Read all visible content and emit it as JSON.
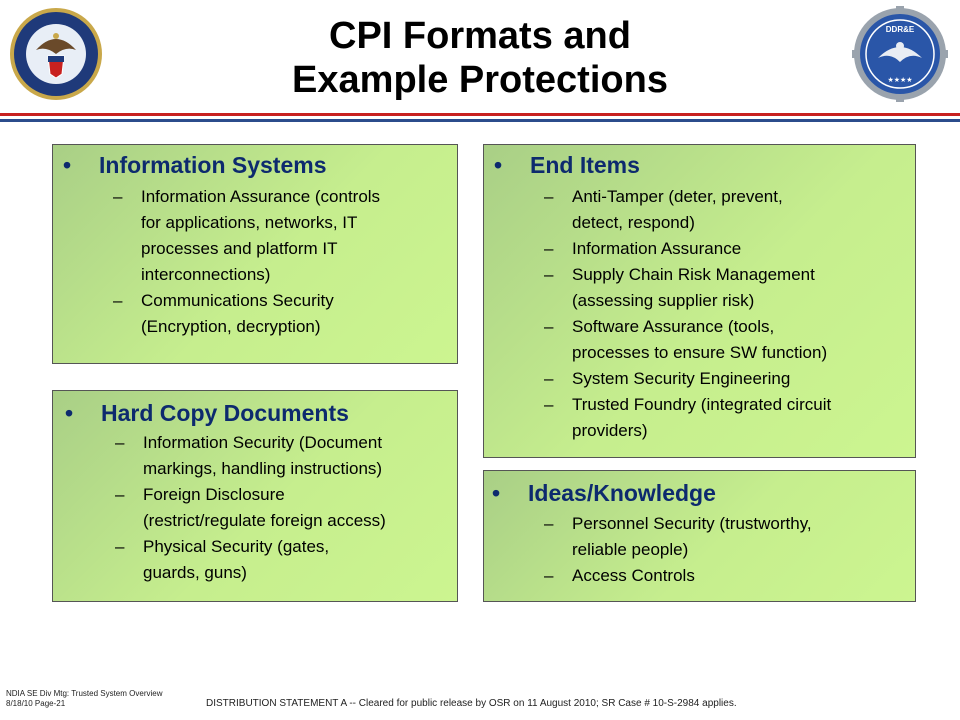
{
  "title": {
    "line1": "CPI Formats and",
    "line2": "Example Protections"
  },
  "logos": {
    "left": {
      "icon": "dod-seal-icon"
    },
    "right": {
      "icon": "ddre-seal-icon",
      "text": "DDR&E"
    }
  },
  "colors": {
    "heading": "#0d2a6e",
    "rule_red": "#c8211f",
    "rule_blue": "#2b4c8c"
  },
  "boxes": {
    "info_systems": {
      "heading": "Information Systems",
      "items": [
        [
          "Information Assurance (controls",
          "for applications, networks, IT",
          "processes and platform IT",
          "interconnections)"
        ],
        [
          "Communications Security",
          "(Encryption, decryption)"
        ]
      ]
    },
    "hard_copy": {
      "heading": "Hard Copy Documents",
      "items": [
        [
          "Information Security (Document",
          "markings, handling instructions)"
        ],
        [
          "Foreign Disclosure",
          "(restrict/regulate foreign access)"
        ],
        [
          "Physical Security (gates,",
          "guards, guns)"
        ]
      ]
    },
    "end_items": {
      "heading": "End Items",
      "items": [
        [
          "Anti-Tamper (deter, prevent,",
          "detect, respond)"
        ],
        [
          "Information Assurance"
        ],
        [
          "Supply Chain Risk Management",
          "(assessing supplier risk)"
        ],
        [
          "Software Assurance (tools,",
          "processes to ensure SW function)"
        ],
        [
          "System Security Engineering"
        ],
        [
          "Trusted Foundry (integrated circuit",
          "providers)"
        ]
      ]
    },
    "ideas": {
      "heading": "Ideas/Knowledge",
      "items": [
        [
          "Personnel Security (trustworthy,",
          "reliable people)"
        ],
        [
          "Access Controls"
        ]
      ]
    }
  },
  "footer": {
    "left_line1": "NDIA SE Div Mtg: Trusted System Overview",
    "left_line2": "8/18/10 Page-21",
    "statement": "DISTRIBUTION STATEMENT A -- Cleared for public release by OSR on 11 August 2010; SR Case # 10-S-2984 applies."
  }
}
